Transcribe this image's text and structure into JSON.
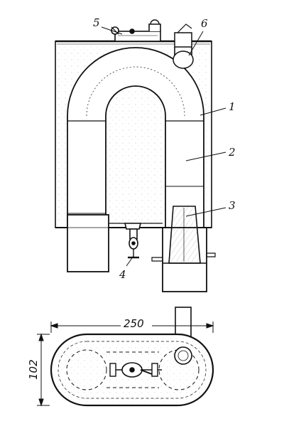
{
  "figure": {
    "callouts": [
      {
        "id": "1",
        "text": "1"
      },
      {
        "id": "2",
        "text": "2"
      },
      {
        "id": "3",
        "text": "3"
      },
      {
        "id": "4",
        "text": "4"
      },
      {
        "id": "5",
        "text": "5"
      },
      {
        "id": "6",
        "text": "6"
      }
    ],
    "dimensions": {
      "length": "250",
      "width": "102"
    }
  },
  "colors": {
    "ink": "#111111",
    "paper": "#ffffff",
    "hatch": "#444444"
  }
}
